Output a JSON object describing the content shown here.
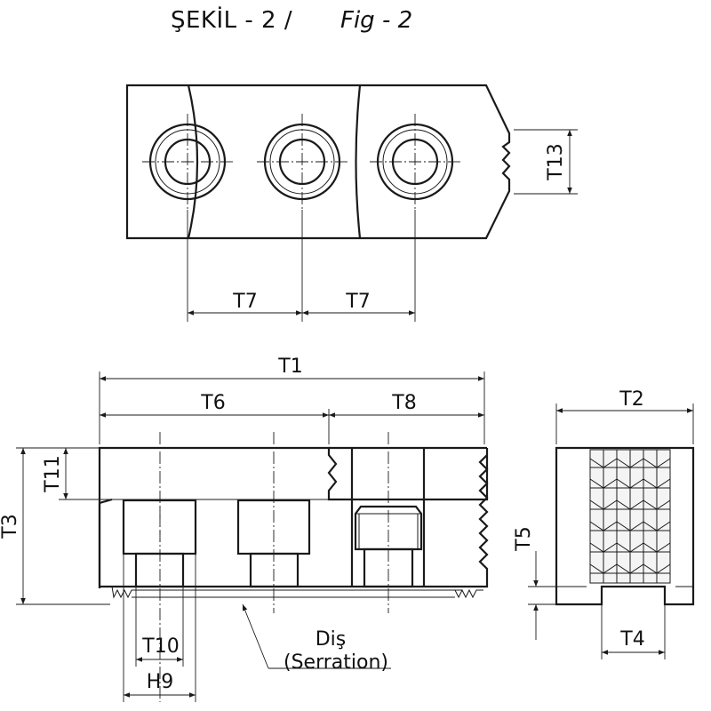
{
  "title": {
    "tr": "ŞEKİL - 2 /",
    "en": "Fig - 2"
  },
  "dimensions": {
    "t1": "T1",
    "t2": "T2",
    "t3": "T3",
    "t4": "T4",
    "t5": "T5",
    "t6": "T6",
    "t7_left": "T7",
    "t7_right": "T7",
    "t8": "T8",
    "t9": "H9",
    "t10": "T10",
    "t11": "T11",
    "t13": "T13"
  },
  "callout": {
    "line1": "Diş",
    "line2": "(Serration)"
  }
}
